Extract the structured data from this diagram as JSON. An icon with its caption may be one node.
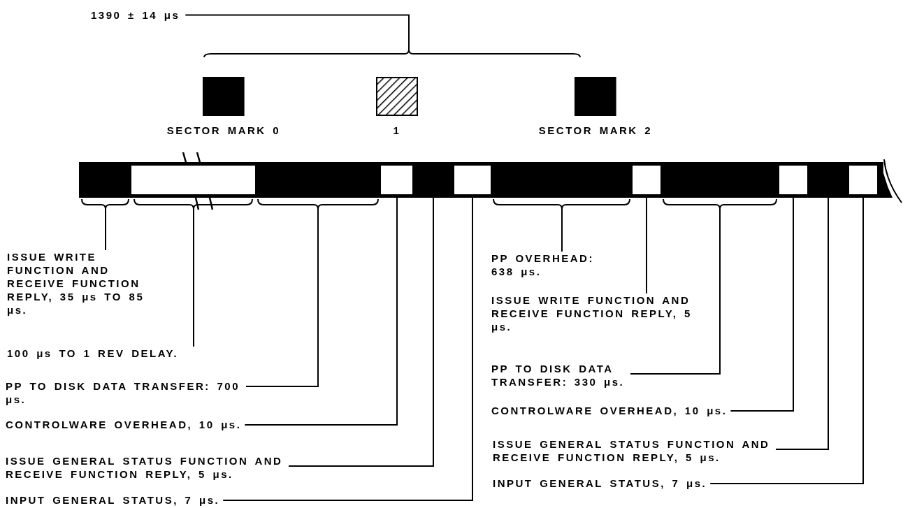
{
  "diagram": {
    "nodes": [
      {
        "text": [
          "SECTOR MARK 0"
        ]
      },
      {
        "text": [
          "1"
        ]
      },
      {
        "text": [
          "SECTOR MARK 2"
        ]
      },
      {
        "text": [],
        "shape": "box"
      },
      {
        "text": [],
        "shape": "box"
      },
      {
        "text": [],
        "shape": "box"
      },
      {
        "text": [],
        "shape": "box"
      },
      {
        "text": [],
        "shape": "box"
      },
      {
        "text": [],
        "shape": "box"
      },
      {
        "text": [],
        "shape": "box"
      },
      {
        "text": [],
        "shape": "box"
      },
      {
        "text": [],
        "shape": "box"
      },
      {
        "text": [],
        "shape": "box"
      },
      {
        "text": [],
        "shape": "box"
      },
      {
        "text": [],
        "shape": "box"
      },
      {
        "text": [],
        "shape": "box"
      },
      {
        "text": [
          "ISSUE WRITE FUNCTION AND RECEIVE FUNCTION REPLY, 35 μs TO 85 μs."
        ]
      },
      {
        "text": [
          "100 μs TO 1 REV DELAY."
        ]
      },
      {
        "text": [
          "PP TO DISK DATA TRANSFER: 700 μs."
        ]
      },
      {
        "text": [
          "CONTROLWARE OVERHEAD, 10 μs."
        ]
      },
      {
        "text": [
          "ISSUE GENERAL STATUS FUNCTION AND RECEIVE FUNCTION REPLY, 5 μs."
        ]
      },
      {
        "text": [
          "INPUT GENERAL STATUS, 7 μs."
        ]
      },
      {
        "text": [
          "PP OVERHEAD: 638 μs."
        ]
      },
      {
        "text": [
          "ISSUE WRITE FUNCTION AND RECEIVE FUNCTION REPLY, 5 μs."
        ]
      },
      {
        "text": [
          "PP TO DISK DATA TRANSFER: 330 μs."
        ]
      },
      {
        "text": [
          "CONTROLWARE OVERHEAD, 10 μs."
        ]
      },
      {
        "text": [
          "ISSUE GENERAL STATUS FUNCTION AND RECEIVE FUNCTION REPLY, 5 μs."
        ]
      },
      {
        "text": [
          "INPUT GENERAL STATUS, 7 μs."
        ]
      }
    ],
    "edges": [
      {
        "from": 16,
        "to": 3,
        "arrow": "none"
      },
      {
        "from": 17,
        "to": 4,
        "arrow": "none"
      },
      {
        "from": 18,
        "to": 5,
        "arrow": "none"
      },
      {
        "from": 19,
        "to": 6,
        "arrow": "none"
      },
      {
        "from": 20,
        "to": 7,
        "arrow": "none"
      },
      {
        "from": 21,
        "to": 8,
        "arrow": "none"
      },
      {
        "from": 22,
        "to": 9,
        "arrow": "none"
      },
      {
        "from": 23,
        "to": 10,
        "arrow": "none"
      },
      {
        "from": 24,
        "to": 11,
        "arrow": "none"
      },
      {
        "from": 25,
        "to": 12,
        "arrow": "none"
      },
      {
        "from": 26,
        "to": 13,
        "arrow": "none"
      },
      {
        "from": 27,
        "to": 14,
        "arrow": "none"
      }
    ],
    "labels": [
      "1390 ± 14 μs"
    ]
  }
}
